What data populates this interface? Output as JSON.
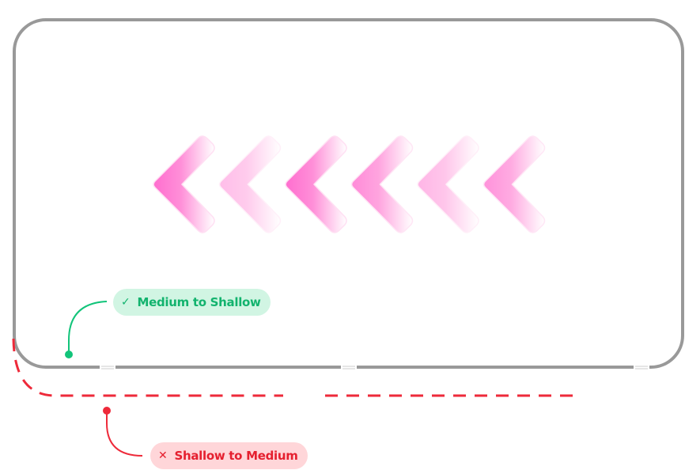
{
  "diagram": {
    "chevron_direction": "left",
    "chevron_opacities": [
      1,
      0.45,
      1,
      0.8,
      0.5,
      0.75
    ],
    "colors": {
      "box": "#999999",
      "chevron": "#ff6ecf",
      "good": "#12c47a",
      "good_bg": "#d1f5e3",
      "bad": "#ee2a3a",
      "bad_bg": "#ffd6d9"
    }
  },
  "labels": {
    "good": {
      "icon": "check-icon",
      "glyph": "✓",
      "text": "Medium to Shallow"
    },
    "bad": {
      "icon": "x-icon",
      "glyph": "✕",
      "text": "Shallow to Medium"
    }
  }
}
